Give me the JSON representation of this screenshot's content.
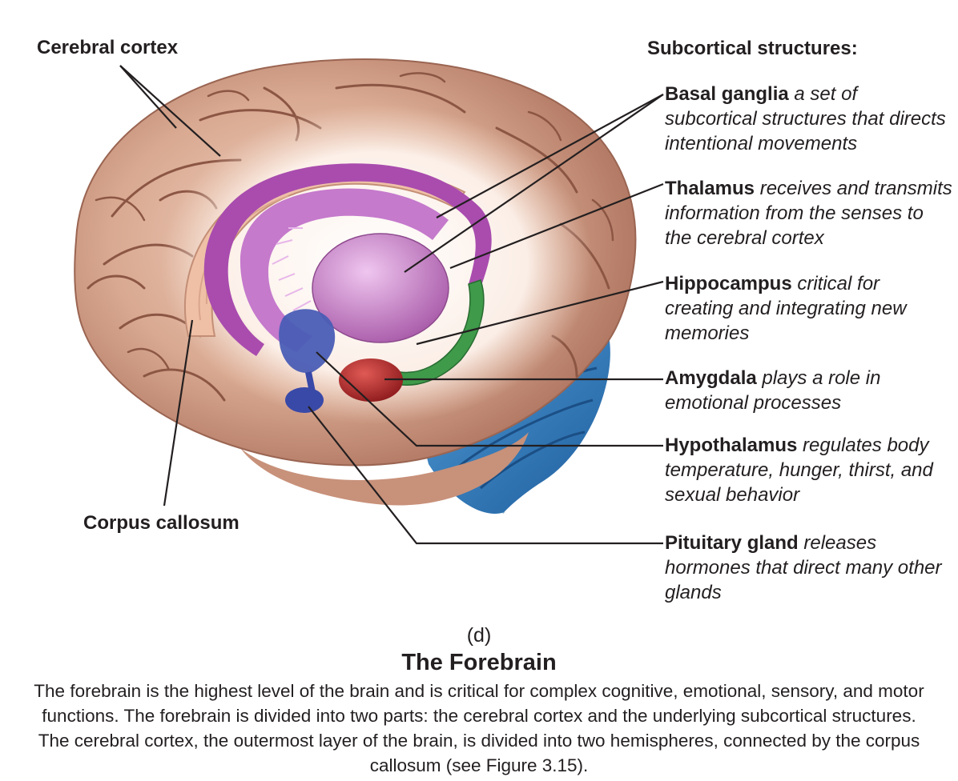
{
  "labels": {
    "cerebral_cortex": "Cerebral cortex",
    "corpus_callosum": "Corpus callosum",
    "subcortical_heading": "Subcortical structures:"
  },
  "structures": [
    {
      "name": "Basal ganglia",
      "desc": "a set of subcortical structures that directs intentional movements",
      "color": "#b257b8"
    },
    {
      "name": "Thalamus",
      "desc": "receives and transmits information from the senses to the cerebral cortex",
      "color": "#c88ad0"
    },
    {
      "name": "Hippocampus",
      "desc": "critical for creating and integrating new memories",
      "color": "#3f9a4a"
    },
    {
      "name": "Amygdala",
      "desc": "plays a role in emotional processes",
      "color": "#c0282a"
    },
    {
      "name": "Hypothalamus",
      "desc": "regulates body temperature, hunger, thirst, and sexual behavior",
      "color": "#4a5db5"
    },
    {
      "name": "Pituitary gland",
      "desc": "releases hormones that direct many other glands",
      "color": "#3949a8"
    }
  ],
  "colors": {
    "cortex": "#d7a48e",
    "cortex_dark": "#b77c66",
    "corpus_callosum": "#efbfa3",
    "cerebellum": "#2f7dc0",
    "leader_line": "#231f20"
  },
  "caption": {
    "letter": "(d)",
    "title": "The Forebrain",
    "body": "The forebrain is the highest level of the brain and is critical for complex cognitive, emotional, sensory, and motor functions. The forebrain is divided into two parts: the cerebral cortex and the underlying subcortical structures. The cerebral cortex, the outermost layer of the brain, is divided into two hemispheres, connected by the corpus callosum (see Figure 3.15)."
  }
}
